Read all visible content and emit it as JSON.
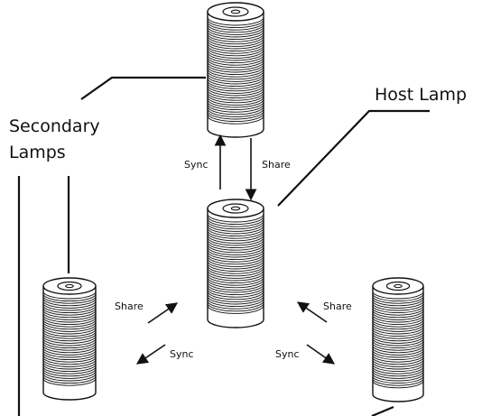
{
  "labels": {
    "host": "Host Lamp",
    "secondary_line1": "Secondary",
    "secondary_line2": "Lamps"
  },
  "arrows": {
    "top_up": "Sync",
    "top_down": "Share",
    "left_up": "Share",
    "left_down": "Sync",
    "right_up": "Share",
    "right_down": "Sync"
  },
  "colors": {
    "ink": "#111111",
    "background": "#ffffff"
  }
}
